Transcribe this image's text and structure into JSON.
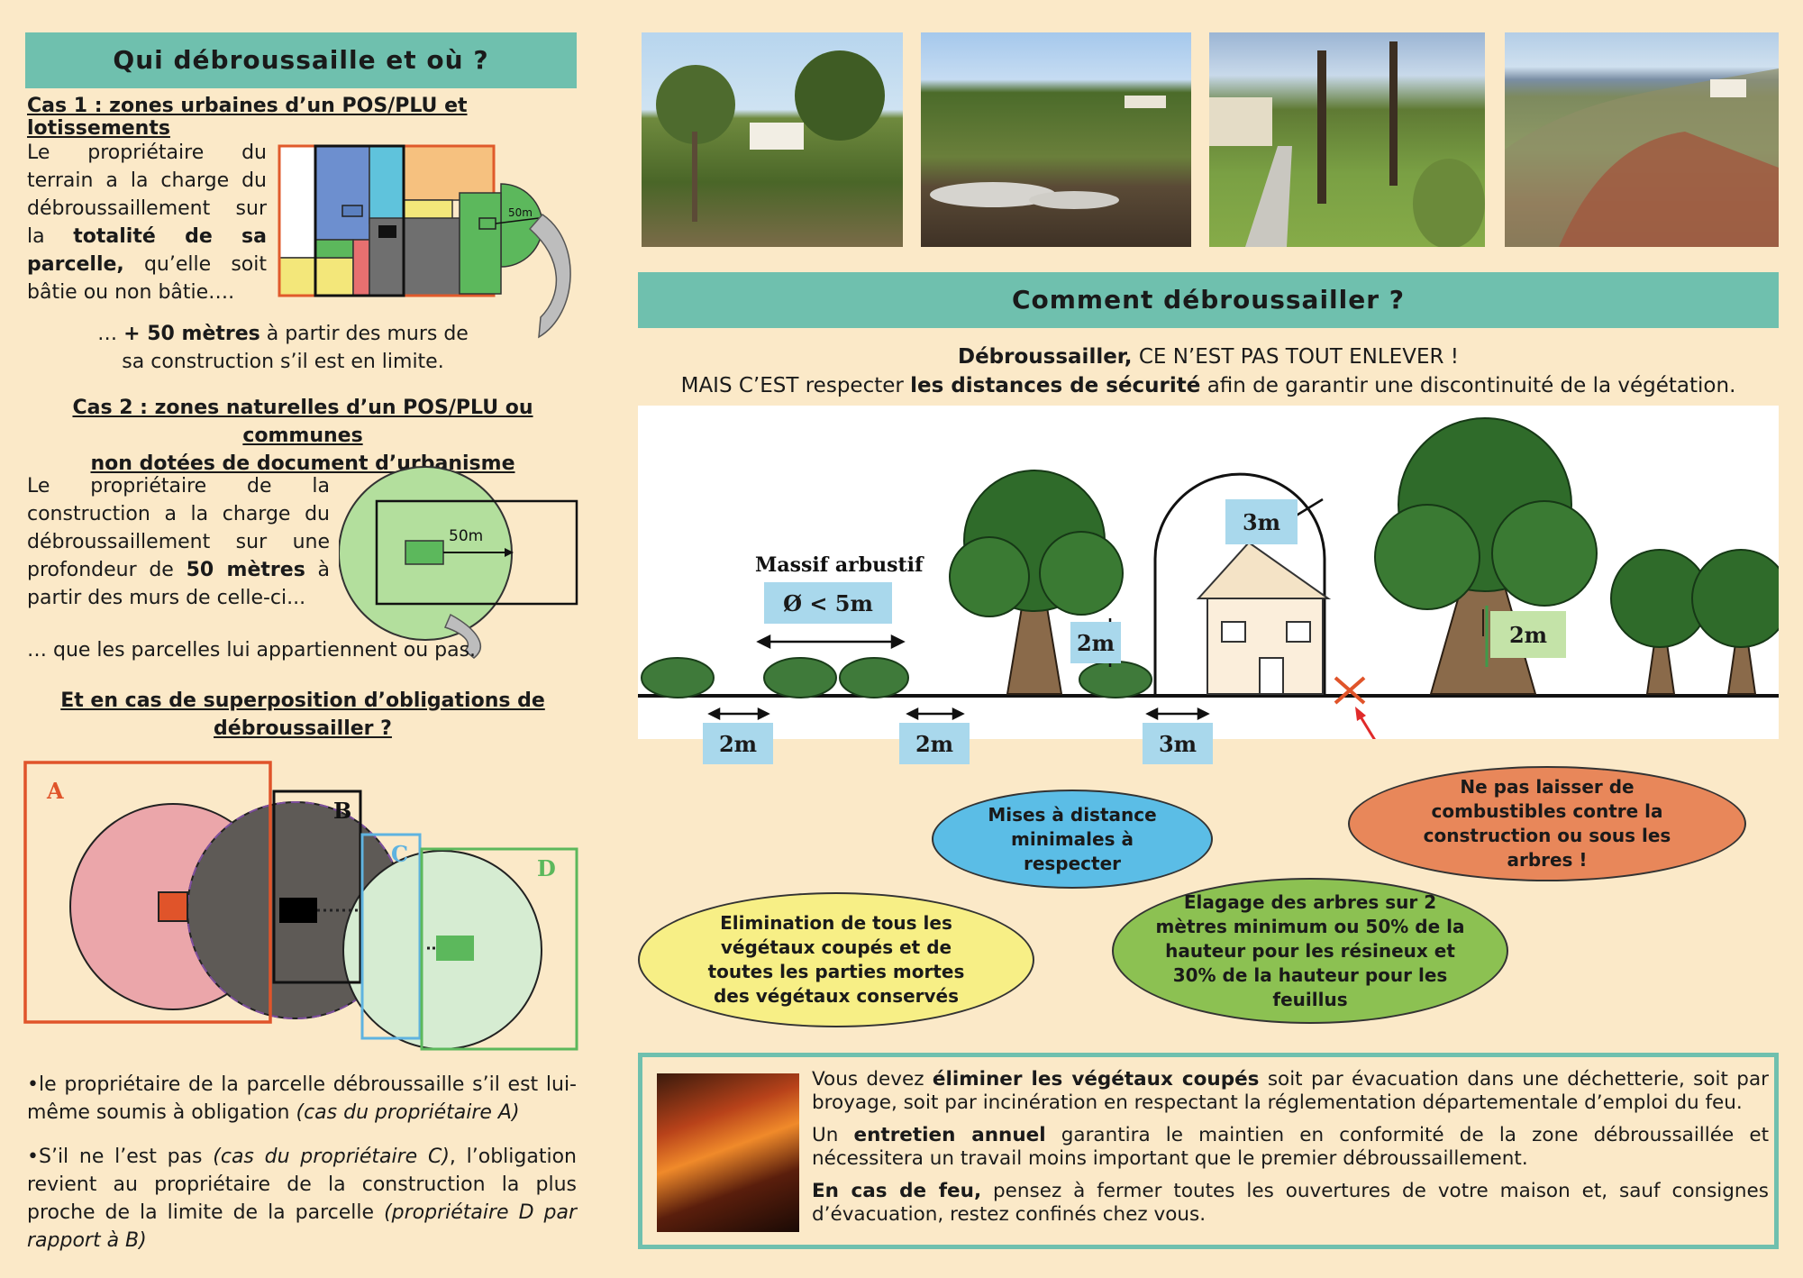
{
  "left": {
    "title": "Qui débroussaille et où ?",
    "case1_heading": "Cas 1 : zones urbaines d’un POS/PLU et lotissements",
    "case1_p1": "Le propriétaire du terrain a la charge du débroussaillement sur la ",
    "case1_p1_bold": "totalité de sa parcelle,",
    "case1_p1_end": " qu’elle soit bâtie ou non bâtie….",
    "case1_p2_start": "… ",
    "case1_p2_bold": "+ 50 mètres",
    "case1_p2_end": " à partir des murs de sa construction s’il est en limite.",
    "case1_diagram_label": "50m",
    "case2_heading_line1": "Cas 2 : zones naturelles d’un POS/PLU ou communes",
    "case2_heading_line2": "non dotées de document d’urbanisme",
    "case2_p1": "Le propriétaire de la construction a la charge du débroussaillement sur une profondeur de ",
    "case2_p1_bold": "50 mètres",
    "case2_p1_end": " à partir des murs de celle-ci...",
    "case2_p2": "… que les parcelles lui appartiennent ou pas.",
    "case2_diagram_label": "50m",
    "overlap_heading_line1": "Et en cas de superposition d’obligations de",
    "overlap_heading_line2": "débroussailler ?",
    "overlap_labels": [
      "A",
      "B",
      "C",
      "D"
    ],
    "bullet1": "le propriétaire de la parcelle débroussaille s’il est lui-même soumis à obligation ",
    "bullet1_italic": "(cas du propriétaire A)",
    "bullet2_start": "S’il ne l’est pas ",
    "bullet2_italic": "(cas du propriétaire C)",
    "bullet2_mid": ", l’obligation revient au propriétaire de la construction la plus proche de la limite de la parcelle ",
    "bullet2_italic2": "(propriétaire D par rapport à B)"
  },
  "right": {
    "title": "Comment débroussailler ?",
    "subtitle_bold": "Débroussailler,",
    "subtitle_rest": " CE N’EST PAS TOUT ENLEVER !",
    "subtitle2_start": "MAIS C’EST respecter ",
    "subtitle2_bold": "les distances de sécurité",
    "subtitle2_end": " afin de garantir une discontinuité de la végétation.",
    "diagram": {
      "massif_label": "Massif arbustif",
      "diameter_label": "Ø < 5m",
      "ground_labels": [
        "2m",
        "2m",
        "3m"
      ],
      "house_label": "3m",
      "trunk_label_1": "2m",
      "trunk_label_2": "2m"
    },
    "callouts": {
      "distances": "Mises à distance minimales à respecter",
      "combustibles": "Ne pas laisser de combustibles contre la construction ou sous les arbres !",
      "elimination": "Elimination de tous les végétaux coupés et de toutes les parties mortes des végétaux conservés",
      "elagage": "Elagage des arbres sur 2 mètres minimum ou 50% de la hauteur pour les résineux et 30% de la hauteur pour les feuillus"
    },
    "info_box": {
      "p1_start": "Vous devez ",
      "p1_bold": "éliminer les végétaux coupés",
      "p1_end": " soit par évacuation dans une déchetterie, soit par broyage, soit par incinération en respectant la réglementation départementale d’emploi du feu.",
      "p2_start": "Un ",
      "p2_bold": "entretien annuel",
      "p2_end": " garantira le maintien en conformité de la zone débroussaillée et nécessitera un travail moins important que le premier débroussaillement.",
      "p3_bold": "En cas de feu,",
      "p3_end": " pensez à fermer toutes les ouvertures de votre maison et, sauf consignes d’évacuation, restez confinés chez vous."
    }
  },
  "colors": {
    "banner": "#6fc0ae",
    "background": "#fbe9c8",
    "callout_blue": "#5bbde6",
    "callout_orange": "#e8875a",
    "callout_yellow": "#f7ef86",
    "callout_green": "#8cc152"
  }
}
